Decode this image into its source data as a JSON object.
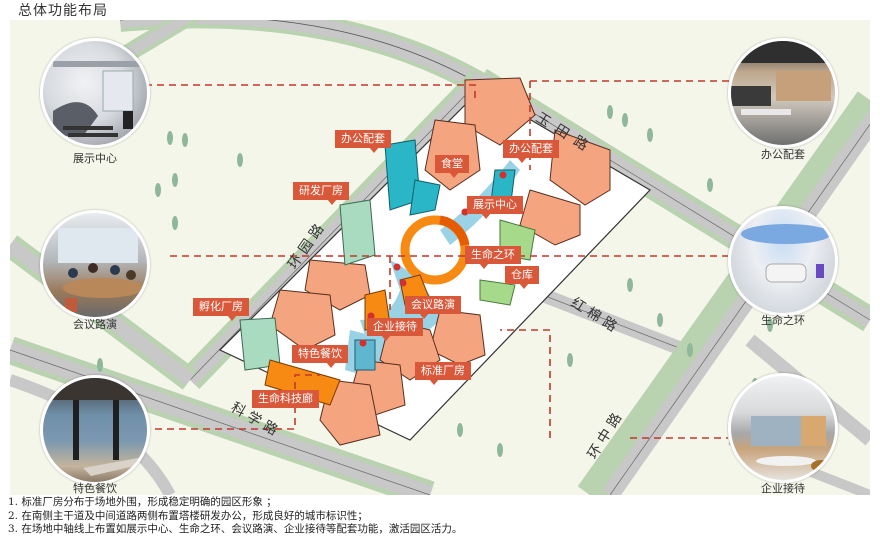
{
  "page": {
    "title": "总体功能布局"
  },
  "map": {
    "roads": [
      {
        "label": "玉田路"
      },
      {
        "label": "红棉路"
      },
      {
        "label": "环园路"
      },
      {
        "label": "科学路"
      },
      {
        "label": "环中路"
      }
    ],
    "callouts": [
      {
        "id": "office-top-left",
        "label": "办公配套"
      },
      {
        "id": "canteen",
        "label": "食堂"
      },
      {
        "id": "office-top-right",
        "label": "办公配套"
      },
      {
        "id": "rd-factory",
        "label": "研发厂房"
      },
      {
        "id": "exhibition",
        "label": "展示中心"
      },
      {
        "id": "ring",
        "label": "生命之环"
      },
      {
        "id": "warehouse",
        "label": "仓库"
      },
      {
        "id": "conference",
        "label": "会议路演"
      },
      {
        "id": "incubator",
        "label": "孵化厂房"
      },
      {
        "id": "reception",
        "label": "企业接待"
      },
      {
        "id": "dining",
        "label": "特色餐饮"
      },
      {
        "id": "standard-factory",
        "label": "标准厂房"
      },
      {
        "id": "corridor",
        "label": "生命科技廊"
      }
    ],
    "photos": [
      {
        "id": "photo-exhibition",
        "caption": "展示中心",
        "scene": "industrial exhibition hall with robotic arms"
      },
      {
        "id": "photo-conference",
        "caption": "会议路演",
        "scene": "meeting room with people around table"
      },
      {
        "id": "photo-dining",
        "caption": "特色餐饮",
        "scene": "restaurant with long table and glass facade"
      },
      {
        "id": "photo-office",
        "caption": "办公配套",
        "scene": "office interior with desks"
      },
      {
        "id": "photo-ring",
        "caption": "生命之环",
        "scene": "futuristic white lobby with circular ceiling"
      },
      {
        "id": "photo-reception",
        "caption": "企业接待",
        "scene": "reception lounge with city view"
      }
    ],
    "colors": {
      "background": "#f4f6ea",
      "road": "#c8c8c8",
      "road_edge": "#555555",
      "green_belt": "#b9d2b0",
      "standard_building": "#f4a57f",
      "incubator_building": "#a9dbc0",
      "office_building": "#2ab6c6",
      "warehouse_building": "#a6d98a",
      "accent_orange": "#f78a12",
      "water": "#8fcde3",
      "callout_bg": "#d9583a",
      "leader_line": "#c0392b"
    }
  },
  "notes": [
    "1. 标准厂房分布于场地外围，形成稳定明确的园区形象 ；",
    "2. 在南侧主干道及中间道路两侧布置塔楼研发办公，形成良好的城市标识性；",
    "3. 在场地中轴线上布置如展示中心、生命之环、会议路演、企业接待等配套功能，激活园区活力。"
  ]
}
